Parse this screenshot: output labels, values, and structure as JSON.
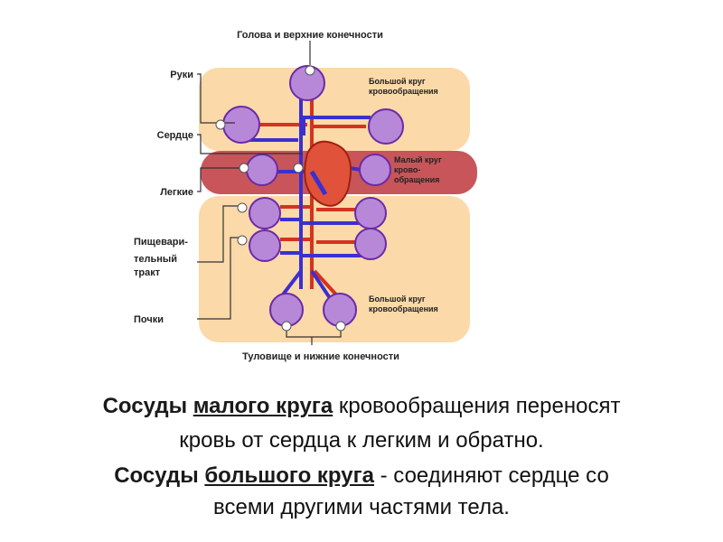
{
  "diagram": {
    "labels": {
      "head": "Голова и верхние конечности",
      "arms": "Руки",
      "heart": "Сердце",
      "lungs": "Легкие",
      "digestive": [
        "Пищевари-",
        "тельный",
        "тракт"
      ],
      "kidneys": "Почки",
      "trunk": "Туловище и нижние конечности",
      "systemic_top": [
        "Большой круг",
        "кровообращения"
      ],
      "pulmonary": [
        "Малый круг",
        "крово-",
        "обращения"
      ],
      "systemic_bottom": [
        "Большой круг",
        "кровообращения"
      ]
    },
    "colors": {
      "band": "#fbd9a8",
      "pulmonary_band": "#c8555a",
      "artery": "#d4331f",
      "vein": "#3b2fd0"
    }
  },
  "caption": {
    "line1_bold": "Сосуды ",
    "line1_underline": "малого круга",
    "line1_rest": " кровообращения переносят",
    "line2": "кровь от сердца к легким и обратно.",
    "line3_bold": "Сосуды ",
    "line3_underline": "большого круга",
    "line3_rest": " - соединяют сердце со",
    "line4": "всеми другими частями тела."
  }
}
